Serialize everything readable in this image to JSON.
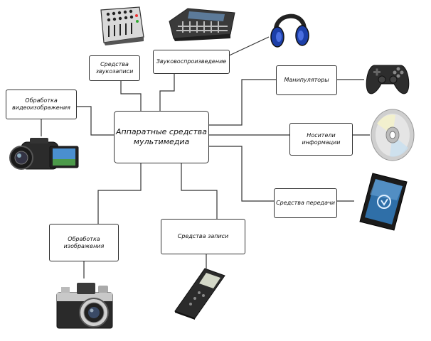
{
  "center": "Аппаратные средства\nмультимедиа",
  "nodes": {
    "sound_recording": "Средства\nзвукозаписи",
    "sound_playback": "Звуковоспроизведение",
    "manipulators": "Манипуляторы",
    "video_processing": "Обработка\nвидеоизображения",
    "storage_media": "Носители\nинформации",
    "transmission": "Средства передачи",
    "image_processing": "Обработка\nизображения",
    "recording": "Средства записи"
  },
  "icons": {
    "sound_recording": "audio-mixer-icon",
    "sound_playback": "mixing-console-icon",
    "headphones": "headphones-icon",
    "manipulators": "gamepad-icon",
    "video_processing": "camcorder-icon",
    "storage_media": "optical-disc-icon",
    "transmission": "smartphone-icon",
    "image_processing": "photo-camera-icon",
    "recording": "voice-recorder-icon"
  },
  "colors": {
    "line": "#333333",
    "box_border": "#333333"
  }
}
